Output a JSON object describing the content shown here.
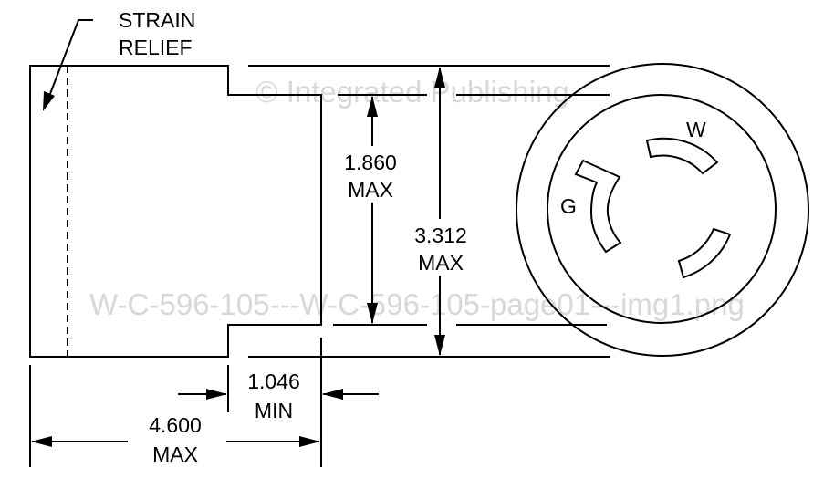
{
  "watermark": {
    "line1": "© Integrated Publishing",
    "line2": "W-C-596-105---W-C-596-105-page01---img1.png"
  },
  "labels": {
    "strain_relief_1": "STRAIN",
    "strain_relief_2": "RELIEF",
    "dim_1860_value": "1.860",
    "dim_1860_qual": "MAX",
    "dim_3312_value": "3.312",
    "dim_3312_qual": "MAX",
    "dim_1046_value": "1.046",
    "dim_1046_qual": "MIN",
    "dim_4600_value": "4.600",
    "dim_4600_qual": "MAX",
    "slot_w": "W",
    "slot_g": "G"
  }
}
